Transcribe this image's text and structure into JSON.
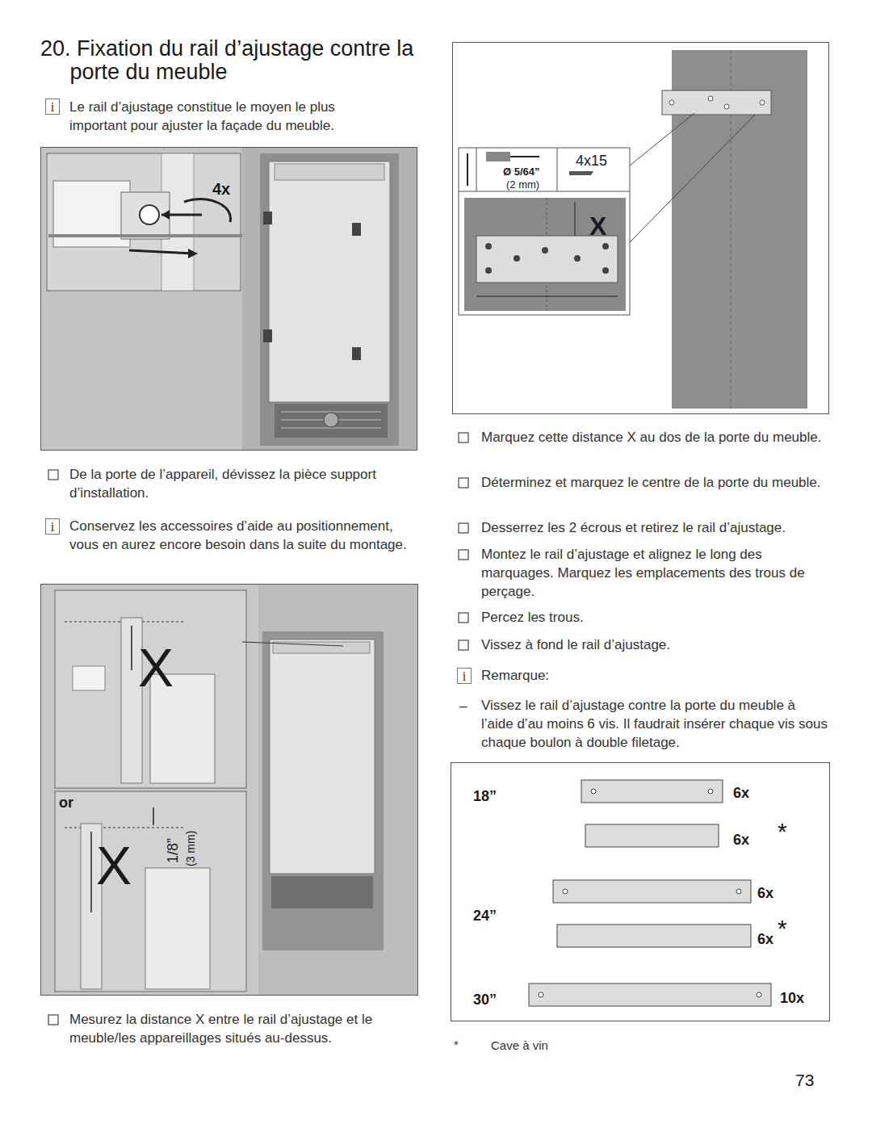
{
  "diagram": {
    "title": "20. Fixation du rail d’ajustage contre la porte du meuble",
    "nodes": [
      {
        "text": [
          "4x"
        ]
      },
      {
        "text": [
          "X",
          "or",
          "X",
          "1/8”",
          "(3 mm)"
        ]
      },
      {
        "text": [
          "4x15",
          "Ø 5/64”",
          "(2 mm)",
          "X"
        ]
      },
      {
        "text": [
          "18”",
          "6x",
          "6x",
          "*",
          "24”",
          "6x",
          "6x",
          "*",
          "30”",
          "10x"
        ]
      }
    ],
    "labels": [
      "i",
      "Le rail d’ajustage constitue le moyen le plus important pour ajuster la façade du meuble.",
      "De la porte de l’appareil, dévissez la pièce support d’installation.",
      "i",
      "Conservez les accessoires d’aide au positionnement, vous en aurez encore besoin dans la suite du montage.",
      "Mesurez la distance X entre le rail d’ajustage et le meuble/les appareillages situés au-dessus.",
      "Marquez cette distance X au dos de la porte du meuble.",
      "Déterminez et marquez le centre de la porte du meuble.",
      "Desserrez les 2 écrous et retirez le rail d’ajustage.",
      "Montez le rail d’ajustage et alignez le long des marquages. Marquez les emplacements des trous de perçage.",
      "Percez les trous.",
      "Vissez à fond le rail d’ajustage.",
      "i",
      "Remarque:",
      "–",
      "Vissez le rail d’ajustage contre la porte du meuble à l’aide d’au moins 6 vis. Il faudrait insérer chaque vis sous chaque boulon à double filetage.",
      "*",
      "Cave à vin",
      "73"
    ]
  }
}
